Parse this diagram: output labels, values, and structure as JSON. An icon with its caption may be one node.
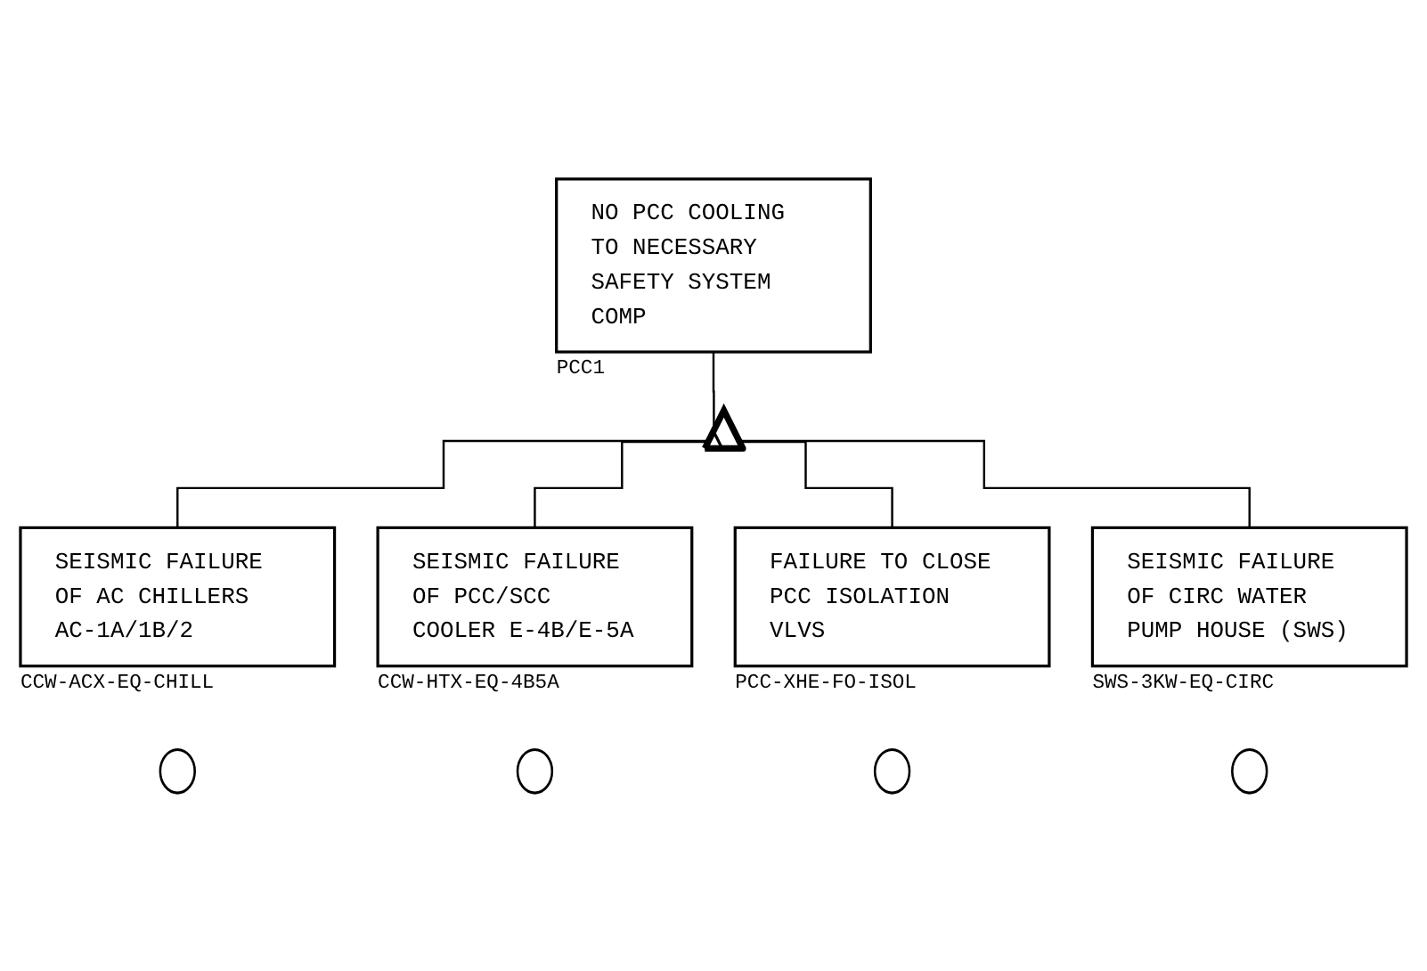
{
  "diagram": {
    "nodes": [
      {
        "text": [
          "NO PCC COOLING TO NECESSARY SAFETY SYSTEM COMP"
        ],
        "beside": [
          "PCC1"
        ]
      },
      {
        "text": [],
        "shape": "gate"
      },
      {
        "text": [
          "SEISMIC FAILURE OF AC CHILLERS AC-1A/1B/2"
        ],
        "beside": [
          "CCW-ACX-EQ-CHILL"
        ]
      },
      {
        "text": [
          "SEISMIC FAILURE OF PCC/SCC COOLER E-4B/E-5A"
        ],
        "beside": [
          "CCW-HTX-EQ-4B5A"
        ]
      },
      {
        "text": [
          "FAILURE TO CLOSE PCC ISOLATION VLVS"
        ],
        "beside": [
          "PCC-XHE-FO-ISOL"
        ]
      },
      {
        "text": [
          "SEISMIC FAILURE OF CIRC WATER PUMP HOUSE (SWS)"
        ],
        "beside": [
          "SWS-3KW-EQ-CIRC"
        ]
      },
      {
        "text": [],
        "shape": "circle"
      },
      {
        "text": [],
        "shape": "circle"
      },
      {
        "text": [],
        "shape": "circle"
      },
      {
        "text": [],
        "shape": "circle"
      }
    ],
    "edges": [
      {
        "from": 0,
        "to": 1,
        "arrow": "none"
      },
      {
        "from": 1,
        "to": 2,
        "arrow": "none"
      },
      {
        "from": 1,
        "to": 3,
        "arrow": "none"
      },
      {
        "from": 1,
        "to": 4,
        "arrow": "none"
      },
      {
        "from": 1,
        "to": 5,
        "arrow": "none"
      }
    ]
  }
}
